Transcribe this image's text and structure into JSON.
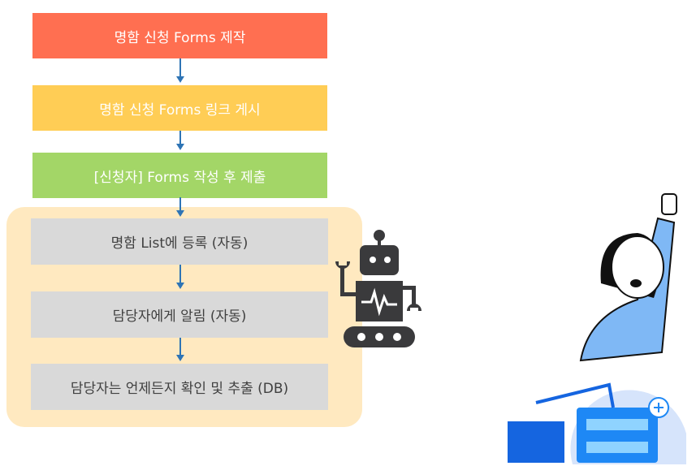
{
  "flow": {
    "steps": [
      {
        "label": "명함 신청 Forms 제작",
        "color": "#FF6F51"
      },
      {
        "label": "명함 신청 Forms 링크 게시",
        "color": "#FFCD55"
      },
      {
        "label": "[신청자] Forms 작성 후 제출",
        "color": "#A3D667"
      }
    ],
    "automated_steps": [
      {
        "label": "명함 List에 등록 (자동)"
      },
      {
        "label": "담당자에게 알림 (자동)"
      },
      {
        "label": "담당자는 언제든지 확인 및 추출 (DB)"
      }
    ],
    "automation_panel_color": "#FFE9C0"
  },
  "icons": [
    "robot-icon",
    "worker-celebration-illustration"
  ]
}
